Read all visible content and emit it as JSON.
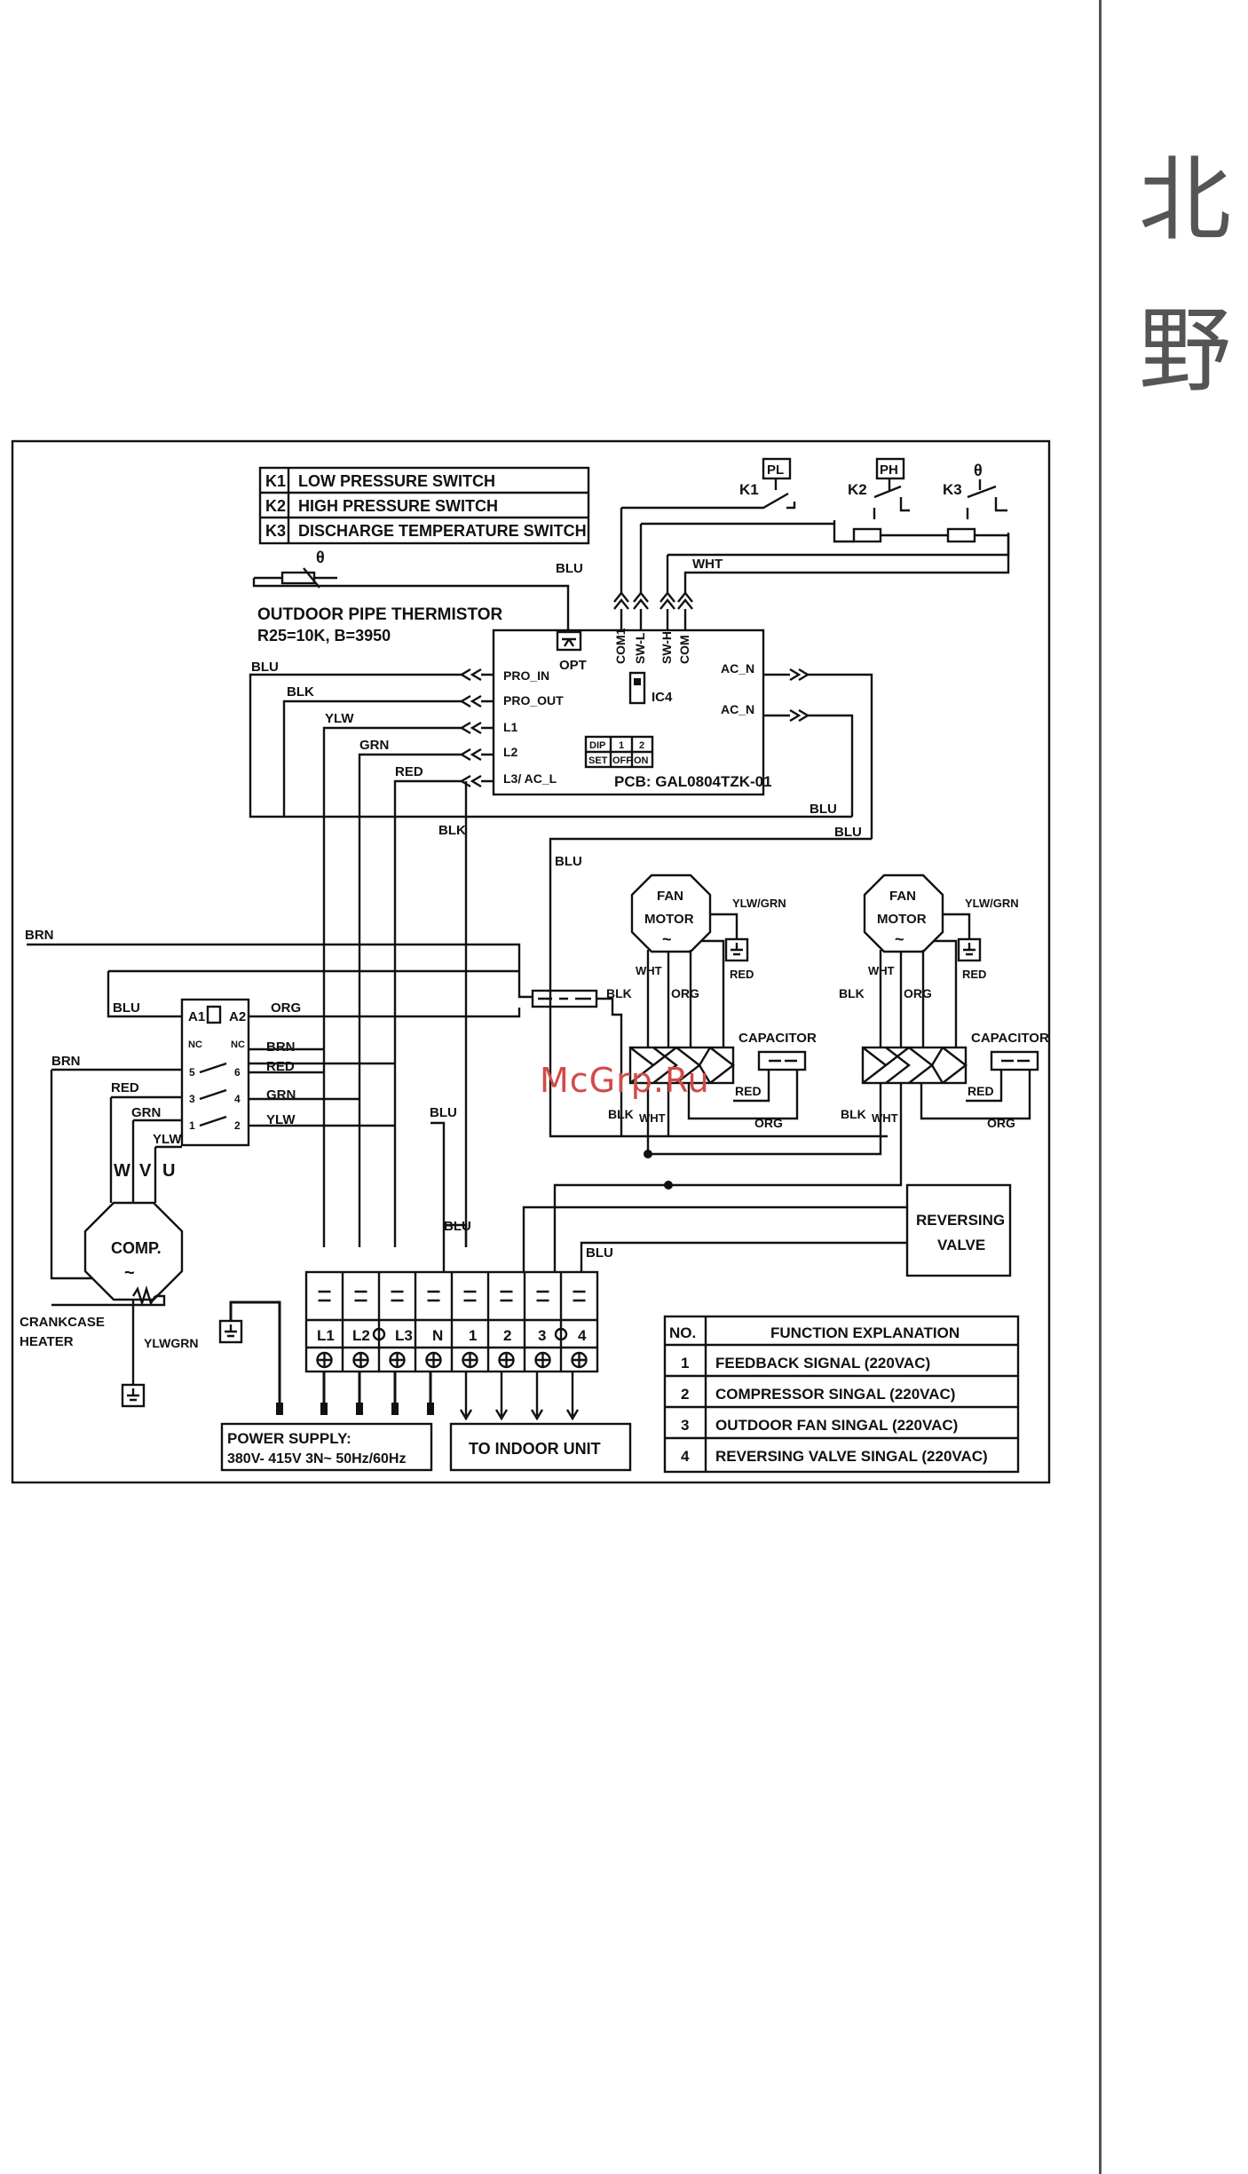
{
  "side_title": [
    "北",
    "野"
  ],
  "watermark": "McGrp.Ru",
  "legend": [
    {
      "code": "K1",
      "text": "LOW  PRESSURE  SWITCH"
    },
    {
      "code": "K2",
      "text": "HIGH PRESSURE SWITCH"
    },
    {
      "code": "K3",
      "text": "DISCHARGE TEMPERATURE SWITCH"
    }
  ],
  "switches": {
    "pl": "PL",
    "ph": "PH",
    "k1": "K1",
    "k2": "K2",
    "k3": "K3",
    "theta": "θ"
  },
  "thermistor": {
    "symbol": "θ",
    "label": "OUTDOOR PIPE THERMISTOR",
    "spec": "R25=10K,  B=3950"
  },
  "pcb": {
    "model": "PCB:  GAL0804TZK-01",
    "opt": "OPT",
    "top_pins": [
      "COM1",
      "SW-L",
      "SW-H",
      "COM"
    ],
    "ic": "IC4",
    "left_pins": [
      "PRO_IN",
      "PRO_OUT",
      "L1",
      "L2",
      "L3/ AC_L"
    ],
    "right_pins": [
      "AC_N",
      "AC_N"
    ],
    "dip": {
      "row1": [
        "DIP",
        "1",
        "2"
      ],
      "row2": [
        "SET",
        "OFF",
        "ON"
      ]
    }
  },
  "wires": {
    "blu": "BLU",
    "blk": "BLK",
    "ylw": "YLW",
    "grn": "GRN",
    "red": "RED",
    "brn": "BRN",
    "org": "ORG",
    "wht": "WHT",
    "ylwgrn": "YLW/GRN",
    "ylwgrn2": "YLWGRN"
  },
  "contactor": {
    "a1": "A1",
    "a2": "A2",
    "nc": "NC",
    "pins": [
      "5",
      "6",
      "3",
      "4",
      "1",
      "2"
    ]
  },
  "compressor": {
    "label": "COMP.",
    "wvu": [
      "W",
      "V",
      "U"
    ],
    "heater": [
      "CRANKCASE",
      "HEATER"
    ]
  },
  "fans": [
    {
      "title1": "FAN",
      "title2": "MOTOR",
      "wave": "~",
      "capacitor": "CAPACITOR"
    },
    {
      "title1": "FAN",
      "title2": "MOTOR",
      "wave": "~",
      "capacitor": "CAPACITOR"
    }
  ],
  "reversing_valve": [
    "REVERSING",
    "VALVE"
  ],
  "terminal_labels": [
    "L1",
    "L2",
    "L3",
    "N",
    "1",
    "2",
    "3",
    "4"
  ],
  "power_supply": [
    "POWER SUPPLY:",
    "380V- 415V  3N~  50Hz/60Hz"
  ],
  "indoor_unit": "TO  INDOOR  UNIT",
  "function_table": {
    "headers": [
      "NO.",
      "FUNCTION   EXPLANATION"
    ],
    "rows": [
      {
        "no": "1",
        "text": "FEEDBACK SIGNAL (220VAC)"
      },
      {
        "no": "2",
        "text": "COMPRESSOR SINGAL  (220VAC)"
      },
      {
        "no": "3",
        "text": "OUTDOOR FAN SINGAL  (220VAC)"
      },
      {
        "no": "4",
        "text": "REVERSING VALVE SINGAL  (220VAC)"
      }
    ]
  }
}
